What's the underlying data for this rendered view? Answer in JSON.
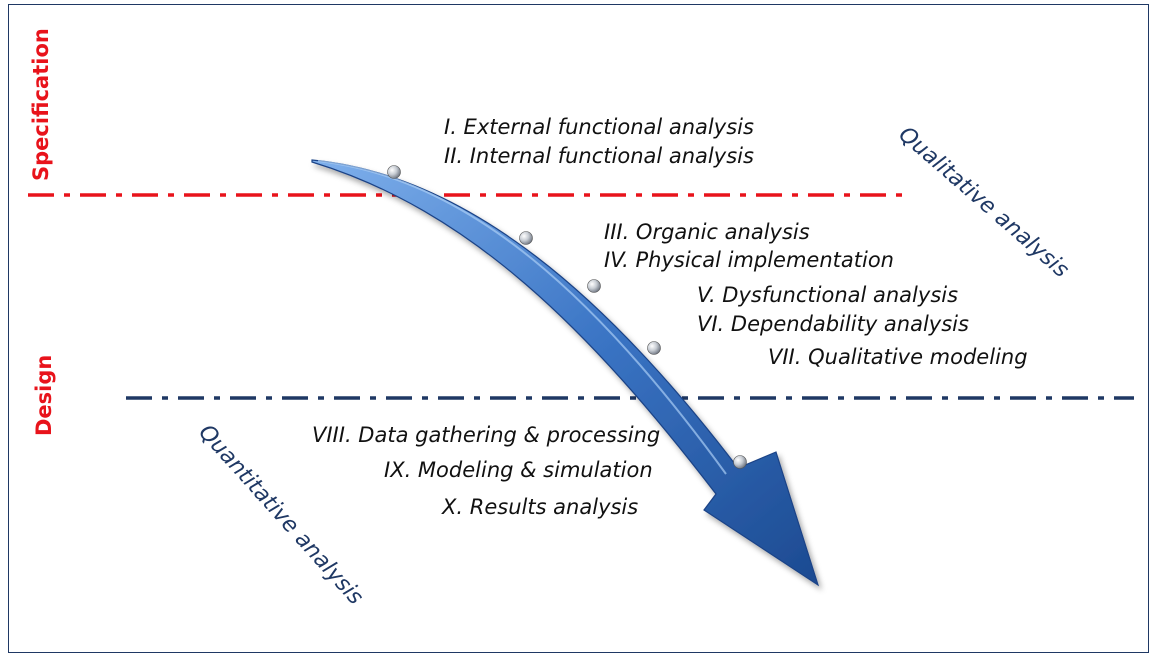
{
  "side_labels": {
    "specification": "Specification",
    "design": "Design"
  },
  "diagonal_labels": {
    "qualitative": "Qualitative analysis",
    "quantitative": "Quantitative analysis"
  },
  "steps": [
    "I. External functional analysis",
    "II. Internal functional analysis",
    "III. Organic analysis",
    "IV. Physical implementation",
    "V. Dysfunctional analysis",
    "VI. Dependability analysis",
    "VII. Qualitative modeling",
    "VIII. Data gathering & processing",
    "IX. Modeling & simulation",
    "X. Results analysis"
  ],
  "colors": {
    "specification_line": "#e8131b",
    "design_line": "#1f3864",
    "arrow": "#3a74c4",
    "frame": "#1f3864"
  },
  "icons": {
    "arrow": "curved-arrow-icon",
    "bead": "sphere-bead-icon"
  }
}
